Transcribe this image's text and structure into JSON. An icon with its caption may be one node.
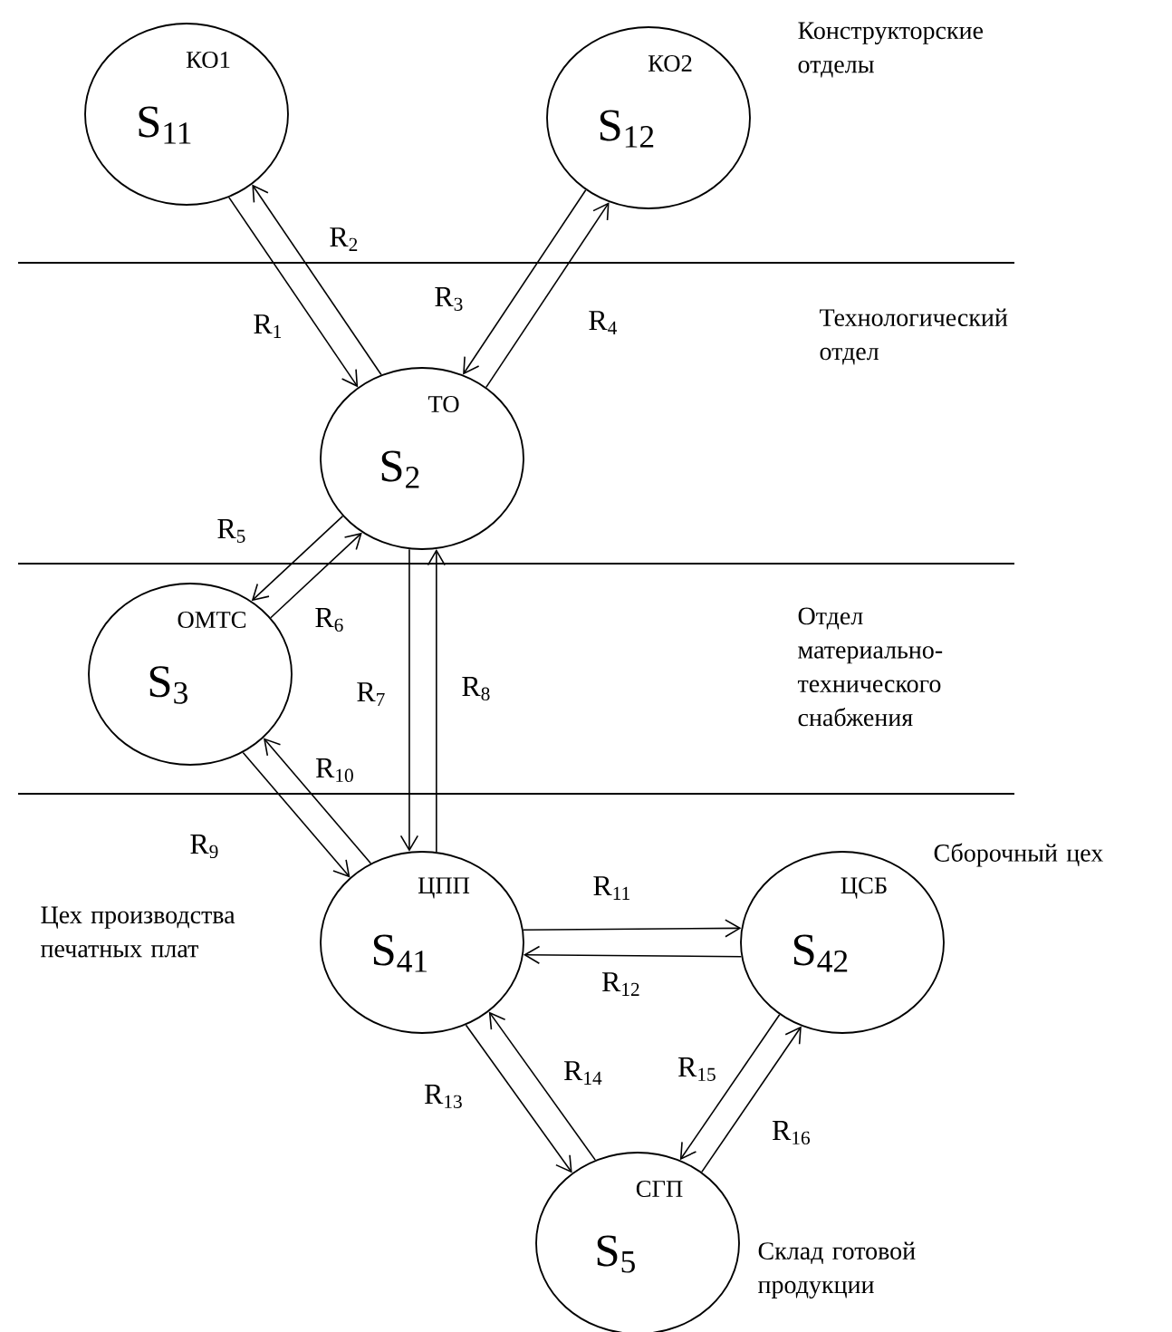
{
  "diagram": {
    "nodes": [
      {
        "text": [
          "КО1",
          "S$_{11}$"
        ]
      },
      {
        "text": [
          "КО2",
          "S$_{12}$"
        ]
      },
      {
        "text": [
          "ТО",
          "S$_{2}$"
        ]
      },
      {
        "text": [
          "ОМТС",
          "S$_{3}$"
        ]
      },
      {
        "text": [
          "ЦПП",
          "S$_{41}$"
        ],
        "beside": [
          "Цех производства печатных плат"
        ]
      },
      {
        "text": [
          "ЦСБ",
          "S$_{42}$"
        ],
        "beside": [
          "Сборочный цех"
        ]
      },
      {
        "text": [
          "СГП",
          "S$_{5}$"
        ],
        "beside": [
          "Склад готовой продукции"
        ]
      }
    ],
    "edges": [
      {
        "from": 0,
        "to": 2,
        "arrow": "to",
        "label": "R$_{1}$"
      },
      {
        "from": 2,
        "to": 0,
        "arrow": "to",
        "label": "R$_{2}$"
      },
      {
        "from": 1,
        "to": 2,
        "arrow": "to",
        "label": "R$_{3}$"
      },
      {
        "from": 2,
        "to": 1,
        "arrow": "to",
        "label": "R$_{4}$"
      },
      {
        "from": 2,
        "to": 3,
        "arrow": "to",
        "label": "R$_{5}$"
      },
      {
        "from": 3,
        "to": 2,
        "arrow": "to",
        "label": "R$_{6}$"
      },
      {
        "from": 2,
        "to": 4,
        "arrow": "to",
        "label": "R$_{7}$"
      },
      {
        "from": 4,
        "to": 2,
        "arrow": "to",
        "label": "R$_{8}$"
      },
      {
        "from": 3,
        "to": 4,
        "arrow": "to",
        "label": "R$_{9}$"
      },
      {
        "from": 4,
        "to": 3,
        "arrow": "to",
        "label": "R$_{10}$"
      },
      {
        "from": 4,
        "to": 5,
        "arrow": "to",
        "label": "R$_{11}$"
      },
      {
        "from": 5,
        "to": 4,
        "arrow": "to",
        "label": "R$_{12}$"
      },
      {
        "from": 4,
        "to": 6,
        "arrow": "to",
        "label": "R$_{13}$"
      },
      {
        "from": 6,
        "to": 4,
        "arrow": "to",
        "label": "R$_{14}$"
      },
      {
        "from": 5,
        "to": 6,
        "arrow": "to",
        "label": "R$_{15}$"
      },
      {
        "from": 6,
        "to": 5,
        "arrow": "to",
        "label": "R$_{16}$"
      }
    ],
    "labels": [
      "Конструкторские отделы",
      "Технологический отдел",
      "Отдел материально-технического снабжения"
    ]
  }
}
